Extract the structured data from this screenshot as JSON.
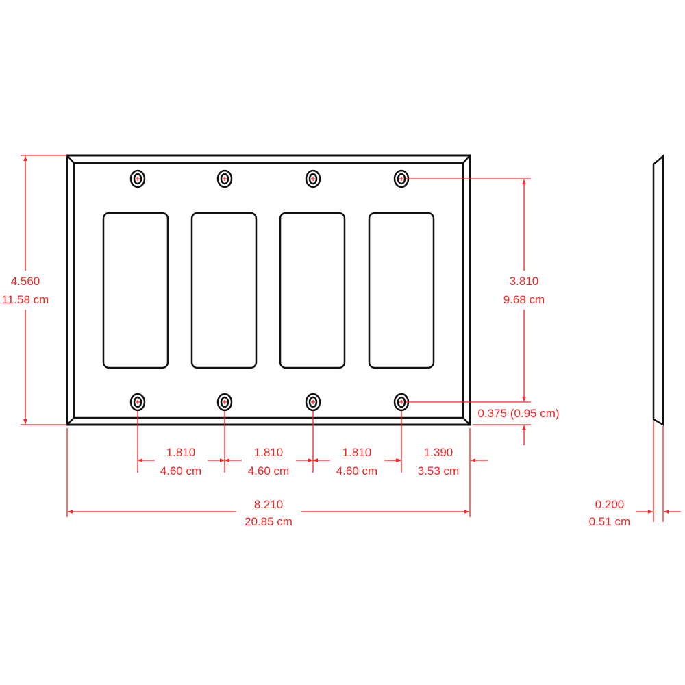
{
  "colors": {
    "outline": "#111111",
    "dimension": "#ff2020"
  },
  "dimensions": {
    "height": {
      "in": "4.560",
      "cm": "11.58 cm"
    },
    "screw_spacing_vertical": {
      "in": "3.810",
      "cm": "9.68 cm"
    },
    "screw_to_edge": {
      "label": "0.375 (0.95 cm)"
    },
    "gang_spacing": [
      {
        "in": "1.810",
        "cm": "4.60 cm"
      },
      {
        "in": "1.810",
        "cm": "4.60 cm"
      },
      {
        "in": "1.810",
        "cm": "4.60 cm"
      }
    ],
    "edge_offset": {
      "in": "1.390",
      "cm": "3.53 cm"
    },
    "width": {
      "in": "8.210",
      "cm": "20.85 cm"
    },
    "thickness": {
      "in": "0.200",
      "cm": "0.51 cm"
    }
  }
}
